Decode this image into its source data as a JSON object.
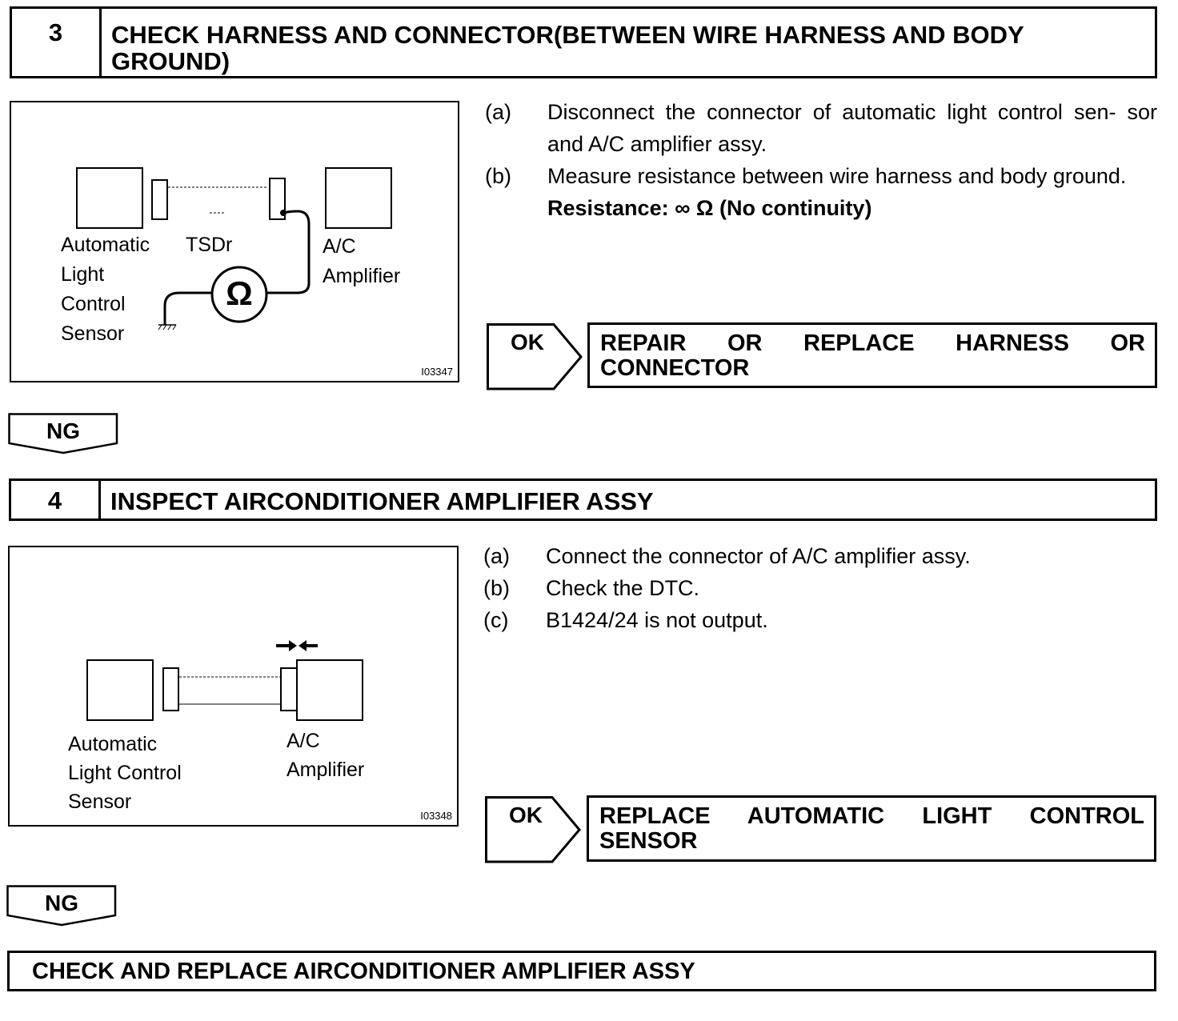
{
  "step3": {
    "number": "3",
    "title": "CHECK HARNESS AND CONNECTOR(BETWEEN WIRE HARNESS AND BODY GROUND)",
    "figure": {
      "label_sensor_lines": [
        "Automatic",
        "Light",
        "Control",
        "Sensor"
      ],
      "label_tsdr": "TSDr",
      "label_amp_lines": [
        "A/C",
        "Amplifier"
      ],
      "ohm_symbol": "Ω",
      "figure_code": "I03347"
    },
    "instructions": [
      {
        "marker": "(a)",
        "text": "Disconnect the connector of automatic light control sen- sor and A/C amplifier assy."
      },
      {
        "marker": "(b)",
        "text": "Measure resistance between wire harness and body ground."
      }
    ],
    "spec": "Resistance: ∞ Ω (No continuity)",
    "ok_label": "OK",
    "ok_result_line1": "REPAIR OR REPLACE HARNESS OR",
    "ok_result_line2": "CONNECTOR",
    "ng_label": "NG"
  },
  "step4": {
    "number": "4",
    "title": "INSPECT AIRCONDITIONER AMPLIFIER ASSY",
    "figure": {
      "label_sensor_lines": [
        "Automatic",
        "Light Control",
        "Sensor"
      ],
      "label_amp_lines": [
        "A/C",
        "Amplifier"
      ],
      "figure_code": "I03348"
    },
    "instructions": [
      {
        "marker": "(a)",
        "text": "Connect the connector of A/C amplifier assy."
      },
      {
        "marker": "(b)",
        "text": "Check the DTC."
      },
      {
        "marker": "(c)",
        "text": "B1424/24 is not output."
      }
    ],
    "ok_label": "OK",
    "ok_result_line1": "REPLACE AUTOMATIC LIGHT CONTROL",
    "ok_result_line2": "SENSOR",
    "ng_label": "NG"
  },
  "final": {
    "title": "CHECK AND REPLACE AIRCONDITIONER AMPLIFIER ASSY"
  }
}
